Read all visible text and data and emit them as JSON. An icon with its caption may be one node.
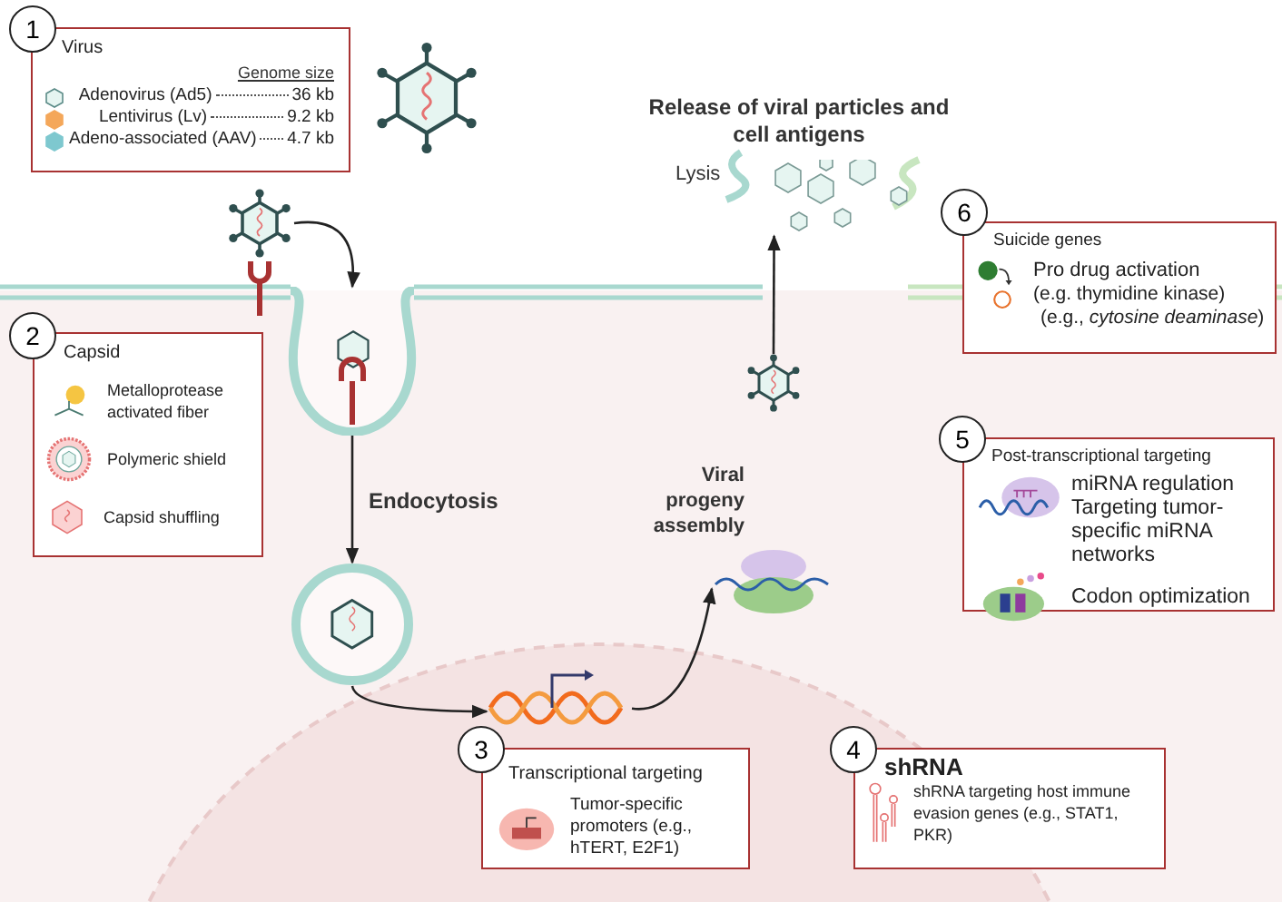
{
  "diagram": {
    "nodes": [
      {
        "text": [
          "1"
        ]
      },
      {
        "text": [
          "Virus",
          "Genome size",
          "Adenovirus (Ad5)",
          "36 kb",
          "Lentivirus (Lv)",
          "9.2 kb",
          "Adeno-associated (AAV)",
          "4.7 kb"
        ]
      },
      {
        "text": [],
        "shape": "picture"
      },
      {
        "text": [],
        "shape": "picture"
      },
      {
        "text": [],
        "shape": "picture"
      },
      {
        "text": [],
        "shape": "picture"
      },
      {
        "text": [
          "2"
        ]
      },
      {
        "text": [
          "Capsid",
          "Metalloprotease activated fiber",
          "Polymeric shield",
          "Capsid shuffling"
        ]
      },
      {
        "text": [],
        "shape": "picture"
      },
      {
        "text": [
          "3"
        ]
      },
      {
        "text": [
          "Transcriptional targeting",
          "Tumor-specific promoters (e.g., hTERT, E2F1)"
        ]
      },
      {
        "text": [],
        "shape": "picture"
      },
      {
        "text": [
          "4"
        ]
      },
      {
        "text": [
          "shRNA",
          "shRNA targeting host immune evasion genes (e.g., STAT1, PKR)"
        ]
      },
      {
        "text": [],
        "shape": "picture"
      },
      {
        "text": [],
        "shape": "picture",
        "beside": [
          "Release of viral particles and cell antigens"
        ]
      },
      {
        "text": [
          "6"
        ]
      },
      {
        "text": [
          "Suicide genes",
          "Pro drug activation",
          "(e.g. thymidine kinase)",
          "(e.g., *cytosine deaminase*)"
        ]
      },
      {
        "text": [
          "5"
        ]
      },
      {
        "text": [
          "Post-transcriptional targeting",
          "miRNA regulation",
          "Targeting tumor-specific miRNA networks",
          "Codon optimization"
        ]
      }
    ],
    "edges": [
      {
        "from": 3,
        "to": 4,
        "arrow": "to"
      },
      {
        "from": 4,
        "to": 5,
        "arrow": "to",
        "label": "Endocytosis"
      },
      {
        "from": 5,
        "to": 8,
        "arrow": "to"
      },
      {
        "from": 8,
        "to": 11,
        "arrow": "to"
      },
      {
        "from": 14,
        "to": 15,
        "arrow": "to"
      }
    ],
    "labels": [
      "Lysis",
      "Viral progeny assembly"
    ]
  }
}
